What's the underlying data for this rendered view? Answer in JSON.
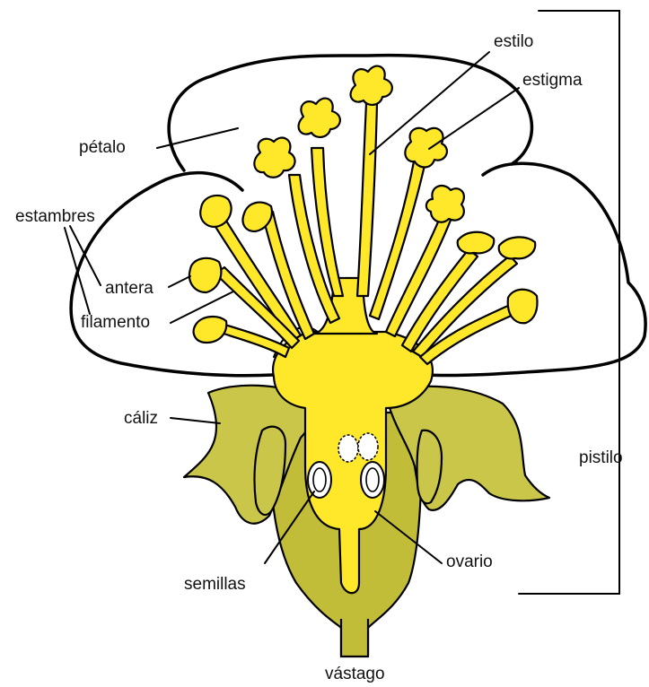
{
  "diagram": {
    "labels": {
      "estilo": "estilo",
      "estigma": "estigma",
      "petalo": "pétalo",
      "estambres": "estambres",
      "antera": "antera",
      "filamento": "filamento",
      "caliz": "cáliz",
      "pistilo": "pistilo",
      "semillas": "semillas",
      "ovario": "ovario",
      "vastago": "vástago"
    },
    "colors": {
      "stamen_yellow": "#ffe82a",
      "sepal_olive": "#c9c64a",
      "receptacle_olive": "#c2bd38",
      "outline": "#000000"
    }
  }
}
